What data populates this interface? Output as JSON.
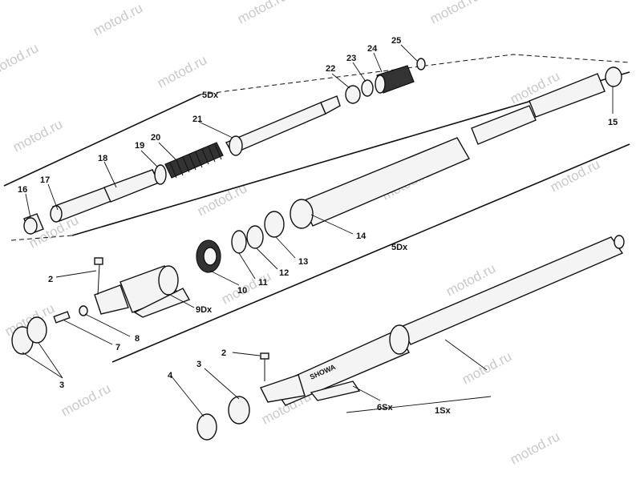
{
  "watermark": "motod.ru",
  "labels": {
    "l1Sx": "1Sx",
    "l2a": "2",
    "l2b": "2",
    "l3a": "3",
    "l3b": "3",
    "l4": "4",
    "l5Dx_a": "5Dx",
    "l5Dx_b": "5Dx",
    "l6Sx": "6Sx",
    "l7": "7",
    "l8": "8",
    "l9Dx": "9Dx",
    "l10": "10",
    "l11": "11",
    "l12": "12",
    "l13": "13",
    "l14": "14",
    "l15": "15",
    "l16": "16",
    "l17": "17",
    "l18": "18",
    "l19": "19",
    "l20": "20",
    "l21": "21",
    "l22": "22",
    "l23": "23",
    "l24": "24",
    "l25": "25"
  },
  "brand_mark": "SHOWA"
}
